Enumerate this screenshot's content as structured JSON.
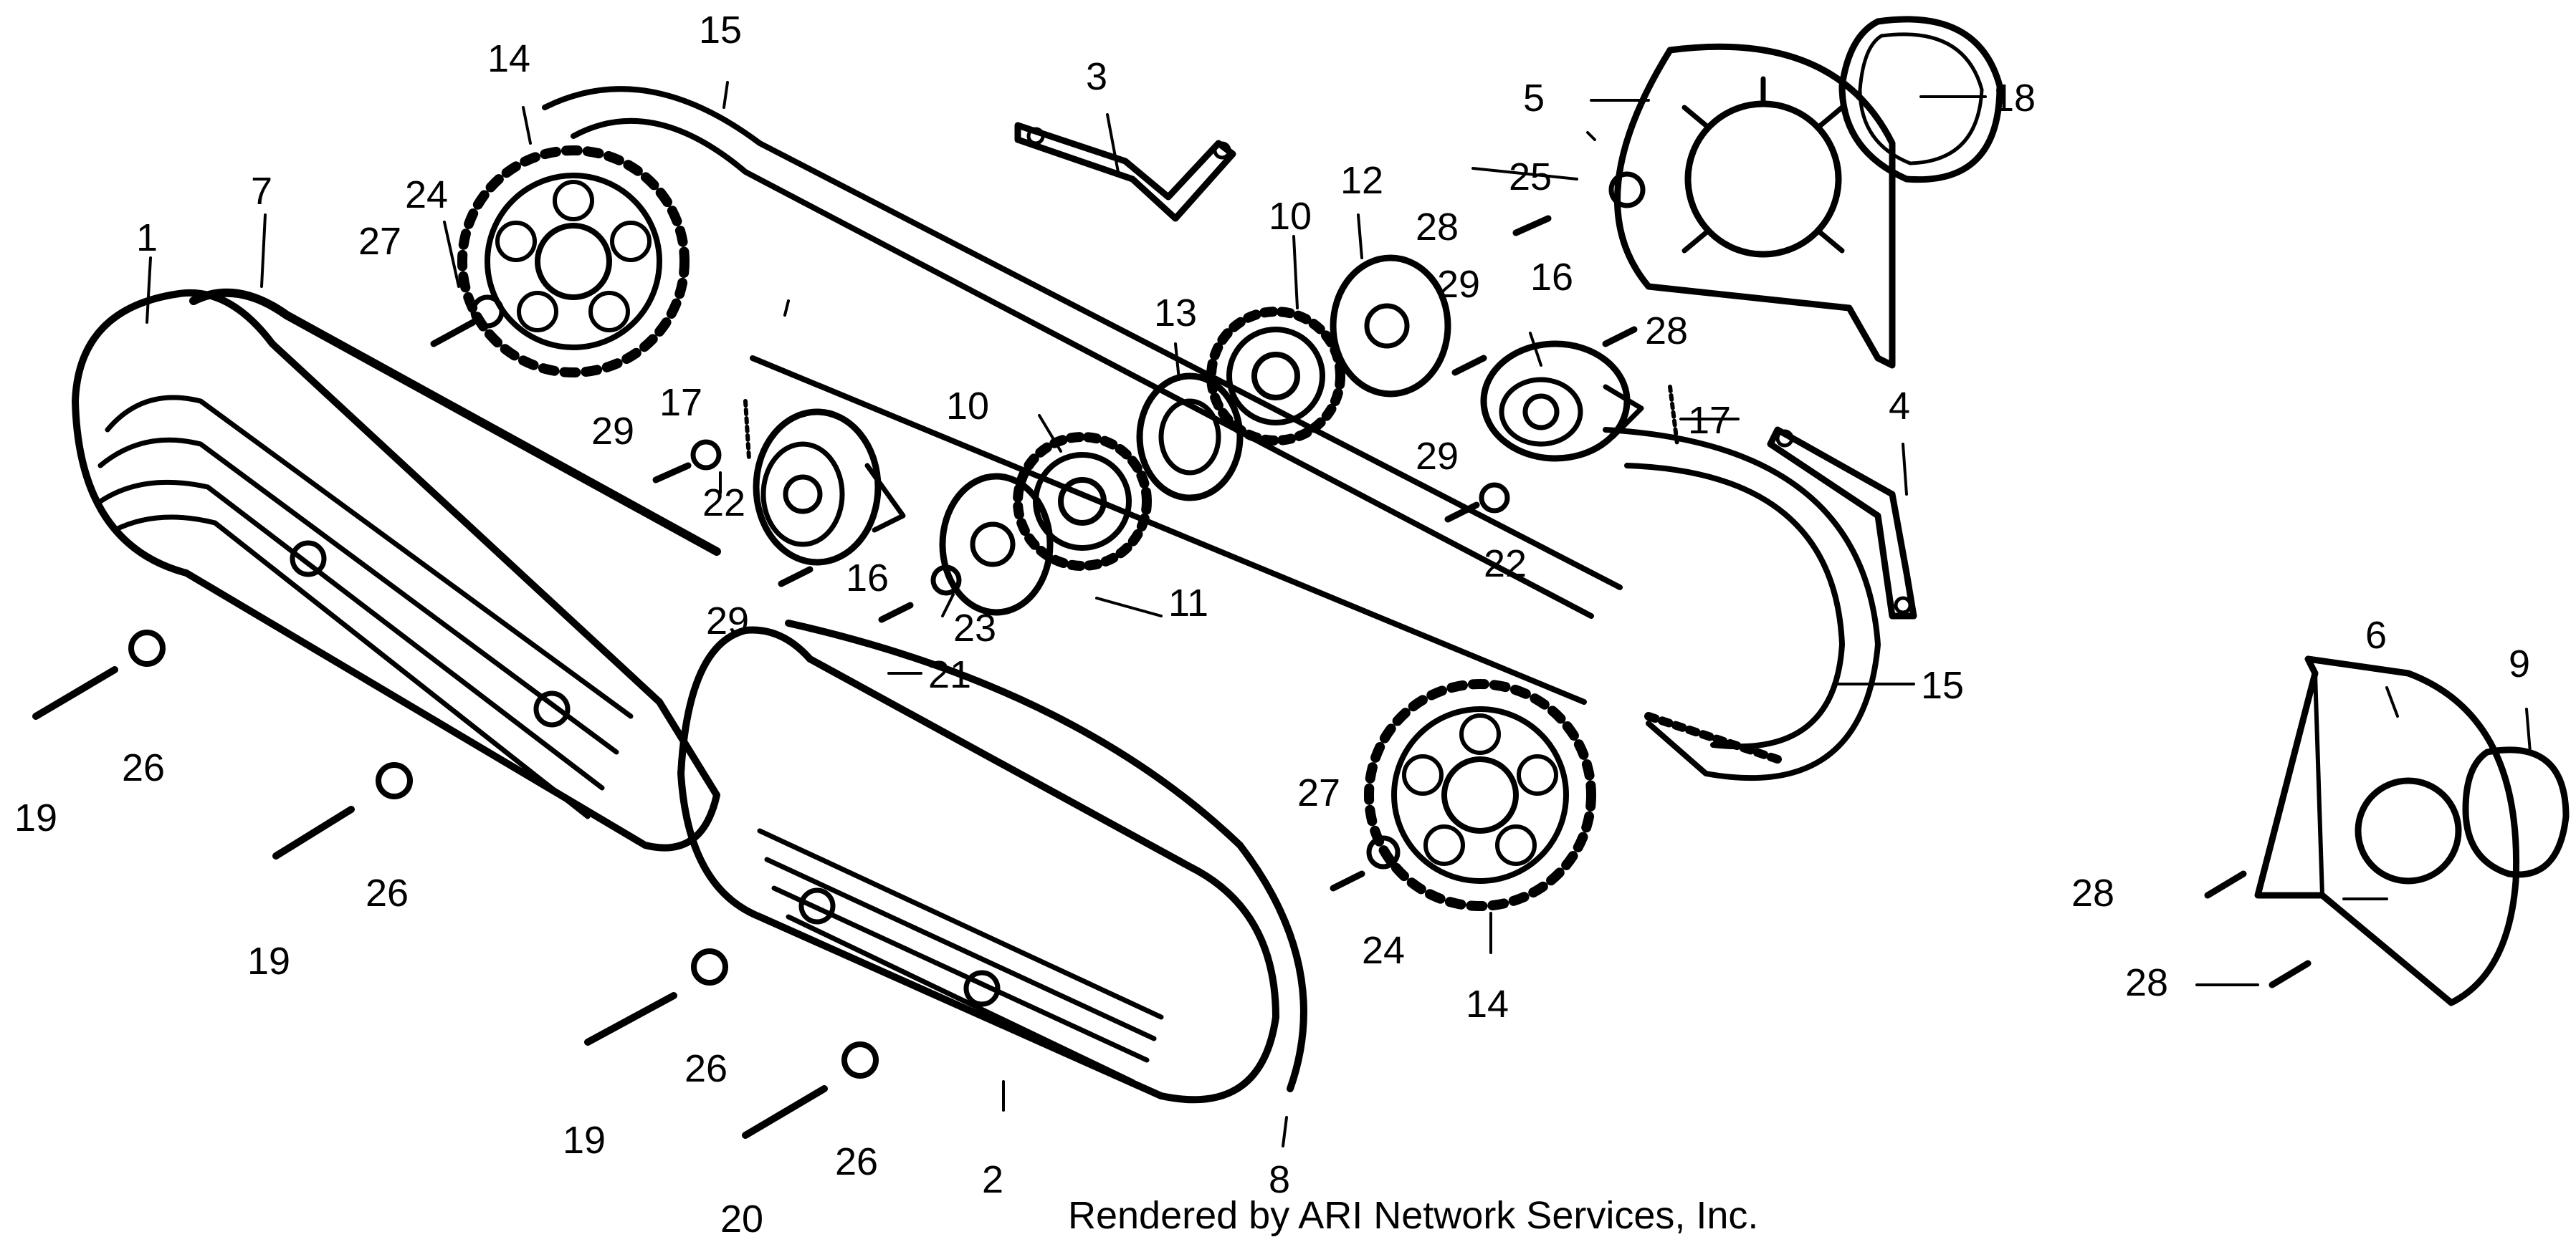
{
  "labels": {
    "p1": "1",
    "p2": "2",
    "p3": "3",
    "p4": "4",
    "p5": "5",
    "p6": "6",
    "p7": "7",
    "p8": "8",
    "p9": "9",
    "p10": "10",
    "p11": "11",
    "p12": "12",
    "p13": "13",
    "p14": "14",
    "p15": "15",
    "p16": "16",
    "p17": "17",
    "p18": "18",
    "p19": "19",
    "p20": "20",
    "p21": "21",
    "p22": "22",
    "p23": "23",
    "p24": "24",
    "p25": "25",
    "p26": "26",
    "p27": "27",
    "p28": "28",
    "p29": "29"
  },
  "credit": "Rendered by ARI Network Services, Inc."
}
